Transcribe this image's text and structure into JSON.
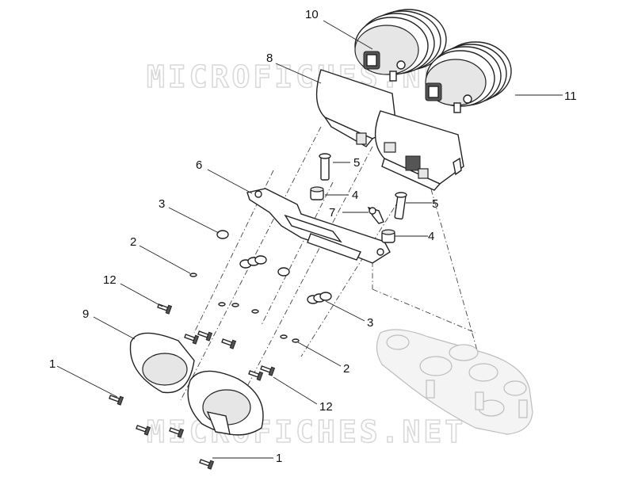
{
  "watermark": {
    "upper": "MICROFICHES.NET",
    "lower": "MICROFICHES.NET"
  },
  "callouts": {
    "c1_left": "1",
    "c1_bottom": "1",
    "c2_left": "2",
    "c2_right": "2",
    "c3_left": "3",
    "c3_right": "3",
    "c4_upper": "4",
    "c4_lower": "4",
    "c5_upper": "5",
    "c5_lower": "5",
    "c6": "6",
    "c7": "7",
    "c8": "8",
    "c9": "9",
    "c10": "10",
    "c11": "11",
    "c12_left": "12",
    "c12_right": "12"
  },
  "colors": {
    "line": "#222222",
    "watermark": "#d9d9d9",
    "ghost_part": "#bdbdbd"
  }
}
